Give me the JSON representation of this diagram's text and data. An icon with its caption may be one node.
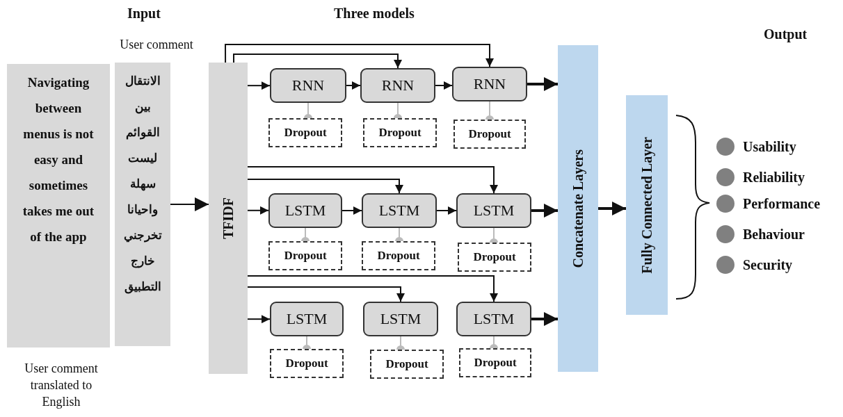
{
  "diagram": {
    "nodes": [
      {
        "text": [
          "Navigating between menus is not easy and sometimes takes me out of the app"
        ],
        "beside": [
          "User comment translated to English"
        ]
      },
      {
        "text": [
          "الانتقال بين القوائم ليست سهلة واحيانا تخرجني خارج التطبيق"
        ],
        "beside": [
          "User comment"
        ]
      },
      {
        "text": [
          "TFIDF"
        ]
      },
      {
        "text": [
          "RNN"
        ]
      },
      {
        "text": [
          "RNN"
        ]
      },
      {
        "text": [
          "RNN"
        ]
      },
      {
        "text": [
          "Dropout"
        ]
      },
      {
        "text": [
          "Dropout"
        ]
      },
      {
        "text": [
          "Dropout"
        ]
      },
      {
        "text": [
          "LSTM"
        ]
      },
      {
        "text": [
          "LSTM"
        ]
      },
      {
        "text": [
          "LSTM"
        ]
      },
      {
        "text": [
          "Dropout"
        ]
      },
      {
        "text": [
          "Dropout"
        ]
      },
      {
        "text": [
          "Dropout"
        ]
      },
      {
        "text": [
          "LSTM"
        ]
      },
      {
        "text": [
          "LSTM"
        ]
      },
      {
        "text": [
          "LSTM"
        ]
      },
      {
        "text": [
          "Dropout"
        ]
      },
      {
        "text": [
          "Dropout"
        ]
      },
      {
        "text": [
          "Dropout"
        ]
      },
      {
        "text": [
          "Concatenate Layers"
        ]
      },
      {
        "text": [
          "Fully Connected Layer"
        ]
      },
      {
        "text": [
          "Usability"
        ]
      },
      {
        "text": [
          "Reliability"
        ]
      },
      {
        "text": [
          "Performance"
        ]
      },
      {
        "text": [
          "Behaviour"
        ]
      },
      {
        "text": [
          "Security"
        ]
      }
    ],
    "edges": [
      {
        "from": 1,
        "to": 2,
        "arrow": "to"
      },
      {
        "from": 2,
        "to": 3,
        "arrow": "to"
      },
      {
        "from": 3,
        "to": 4,
        "arrow": "to"
      },
      {
        "from": 4,
        "to": 5,
        "arrow": "to"
      },
      {
        "from": 2,
        "to": 4,
        "arrow": "to"
      },
      {
        "from": 2,
        "to": 5,
        "arrow": "to"
      },
      {
        "from": 5,
        "to": 21,
        "arrow": "to",
        "style": "thick"
      },
      {
        "from": 3,
        "to": 6,
        "arrow": "other",
        "color": "#bbbbbb"
      },
      {
        "from": 4,
        "to": 7,
        "arrow": "other",
        "color": "#bbbbbb"
      },
      {
        "from": 5,
        "to": 8,
        "arrow": "other",
        "color": "#bbbbbb"
      },
      {
        "from": 2,
        "to": 9,
        "arrow": "to"
      },
      {
        "from": 9,
        "to": 10,
        "arrow": "to"
      },
      {
        "from": 10,
        "to": 11,
        "arrow": "to"
      },
      {
        "from": 2,
        "to": 10,
        "arrow": "to"
      },
      {
        "from": 2,
        "to": 11,
        "arrow": "to"
      },
      {
        "from": 11,
        "to": 21,
        "arrow": "to",
        "style": "thick"
      },
      {
        "from": 9,
        "to": 12,
        "arrow": "other",
        "color": "#bbbbbb"
      },
      {
        "from": 10,
        "to": 13,
        "arrow": "other",
        "color": "#bbbbbb"
      },
      {
        "from": 11,
        "to": 14,
        "arrow": "other",
        "color": "#bbbbbb"
      },
      {
        "from": 2,
        "to": 15,
        "arrow": "to"
      },
      {
        "from": 2,
        "to": 16,
        "arrow": "to"
      },
      {
        "from": 2,
        "to": 17,
        "arrow": "to"
      },
      {
        "from": 17,
        "to": 21,
        "arrow": "to",
        "style": "thick"
      },
      {
        "from": 15,
        "to": 18,
        "arrow": "other",
        "color": "#bbbbbb"
      },
      {
        "from": 16,
        "to": 19,
        "arrow": "other",
        "color": "#bbbbbb"
      },
      {
        "from": 17,
        "to": 20,
        "arrow": "other",
        "color": "#bbbbbb"
      },
      {
        "from": 21,
        "to": 22,
        "arrow": "to",
        "style": "thick"
      }
    ],
    "labels": [
      "Input",
      "Three models",
      "Output"
    ]
  }
}
